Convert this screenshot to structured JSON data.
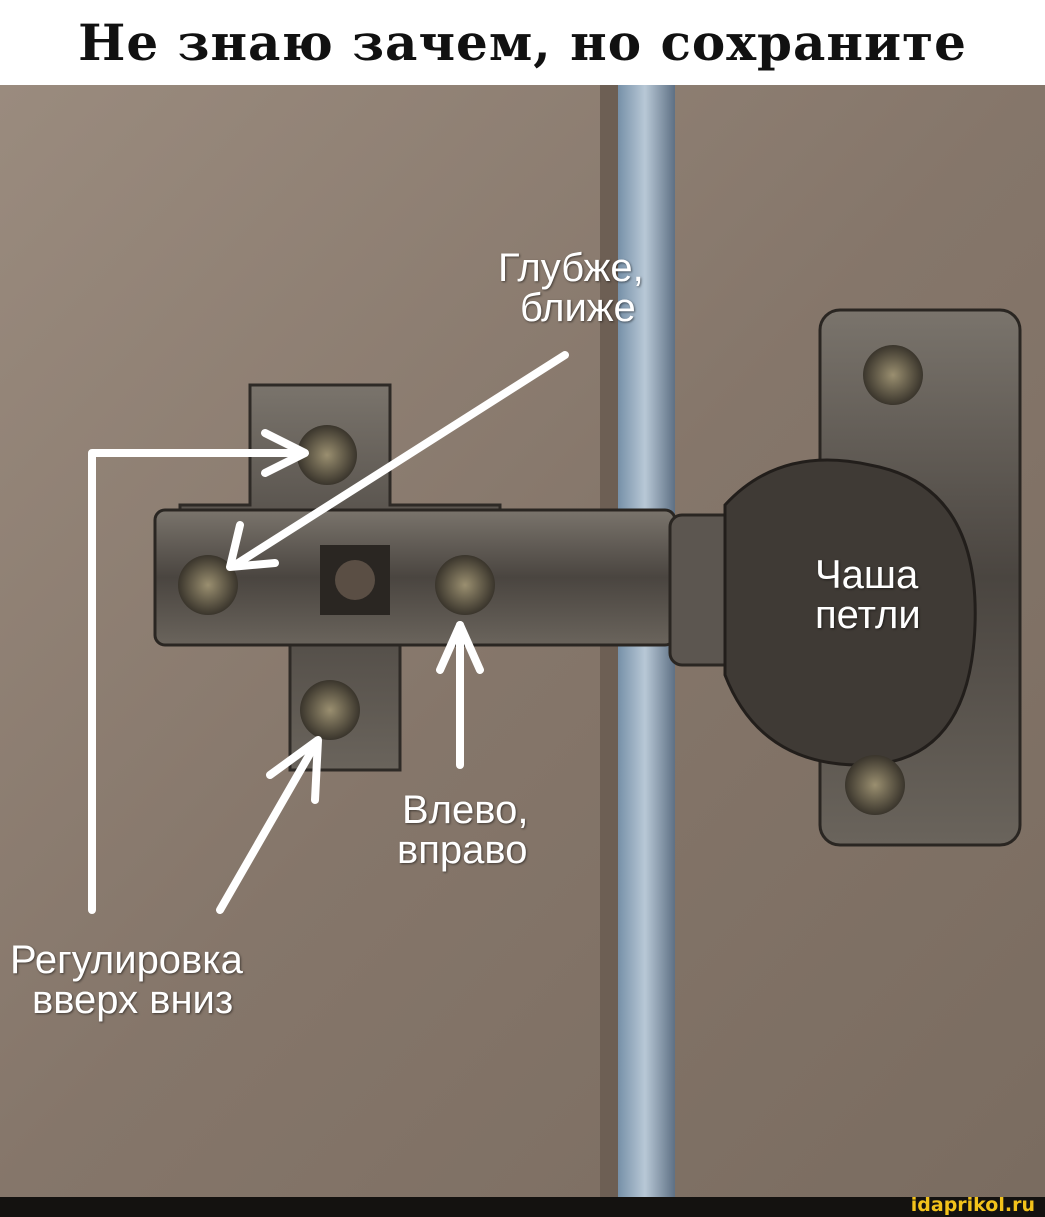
{
  "title": "Не знаю зачем, но сохраните",
  "labels": {
    "depth": [
      "Глубже,",
      "ближе"
    ],
    "cup": [
      "Чаша",
      "петли"
    ],
    "left_right": [
      "Влево,",
      "вправо"
    ],
    "up_down": [
      "Регулировка",
      "вверх вниз"
    ]
  },
  "watermark": "idaprikol.ru",
  "colors": {
    "wood": "#8a7a6c",
    "metal": "#5a5550",
    "footer": "#141210",
    "watermark": "#f2c21b"
  }
}
